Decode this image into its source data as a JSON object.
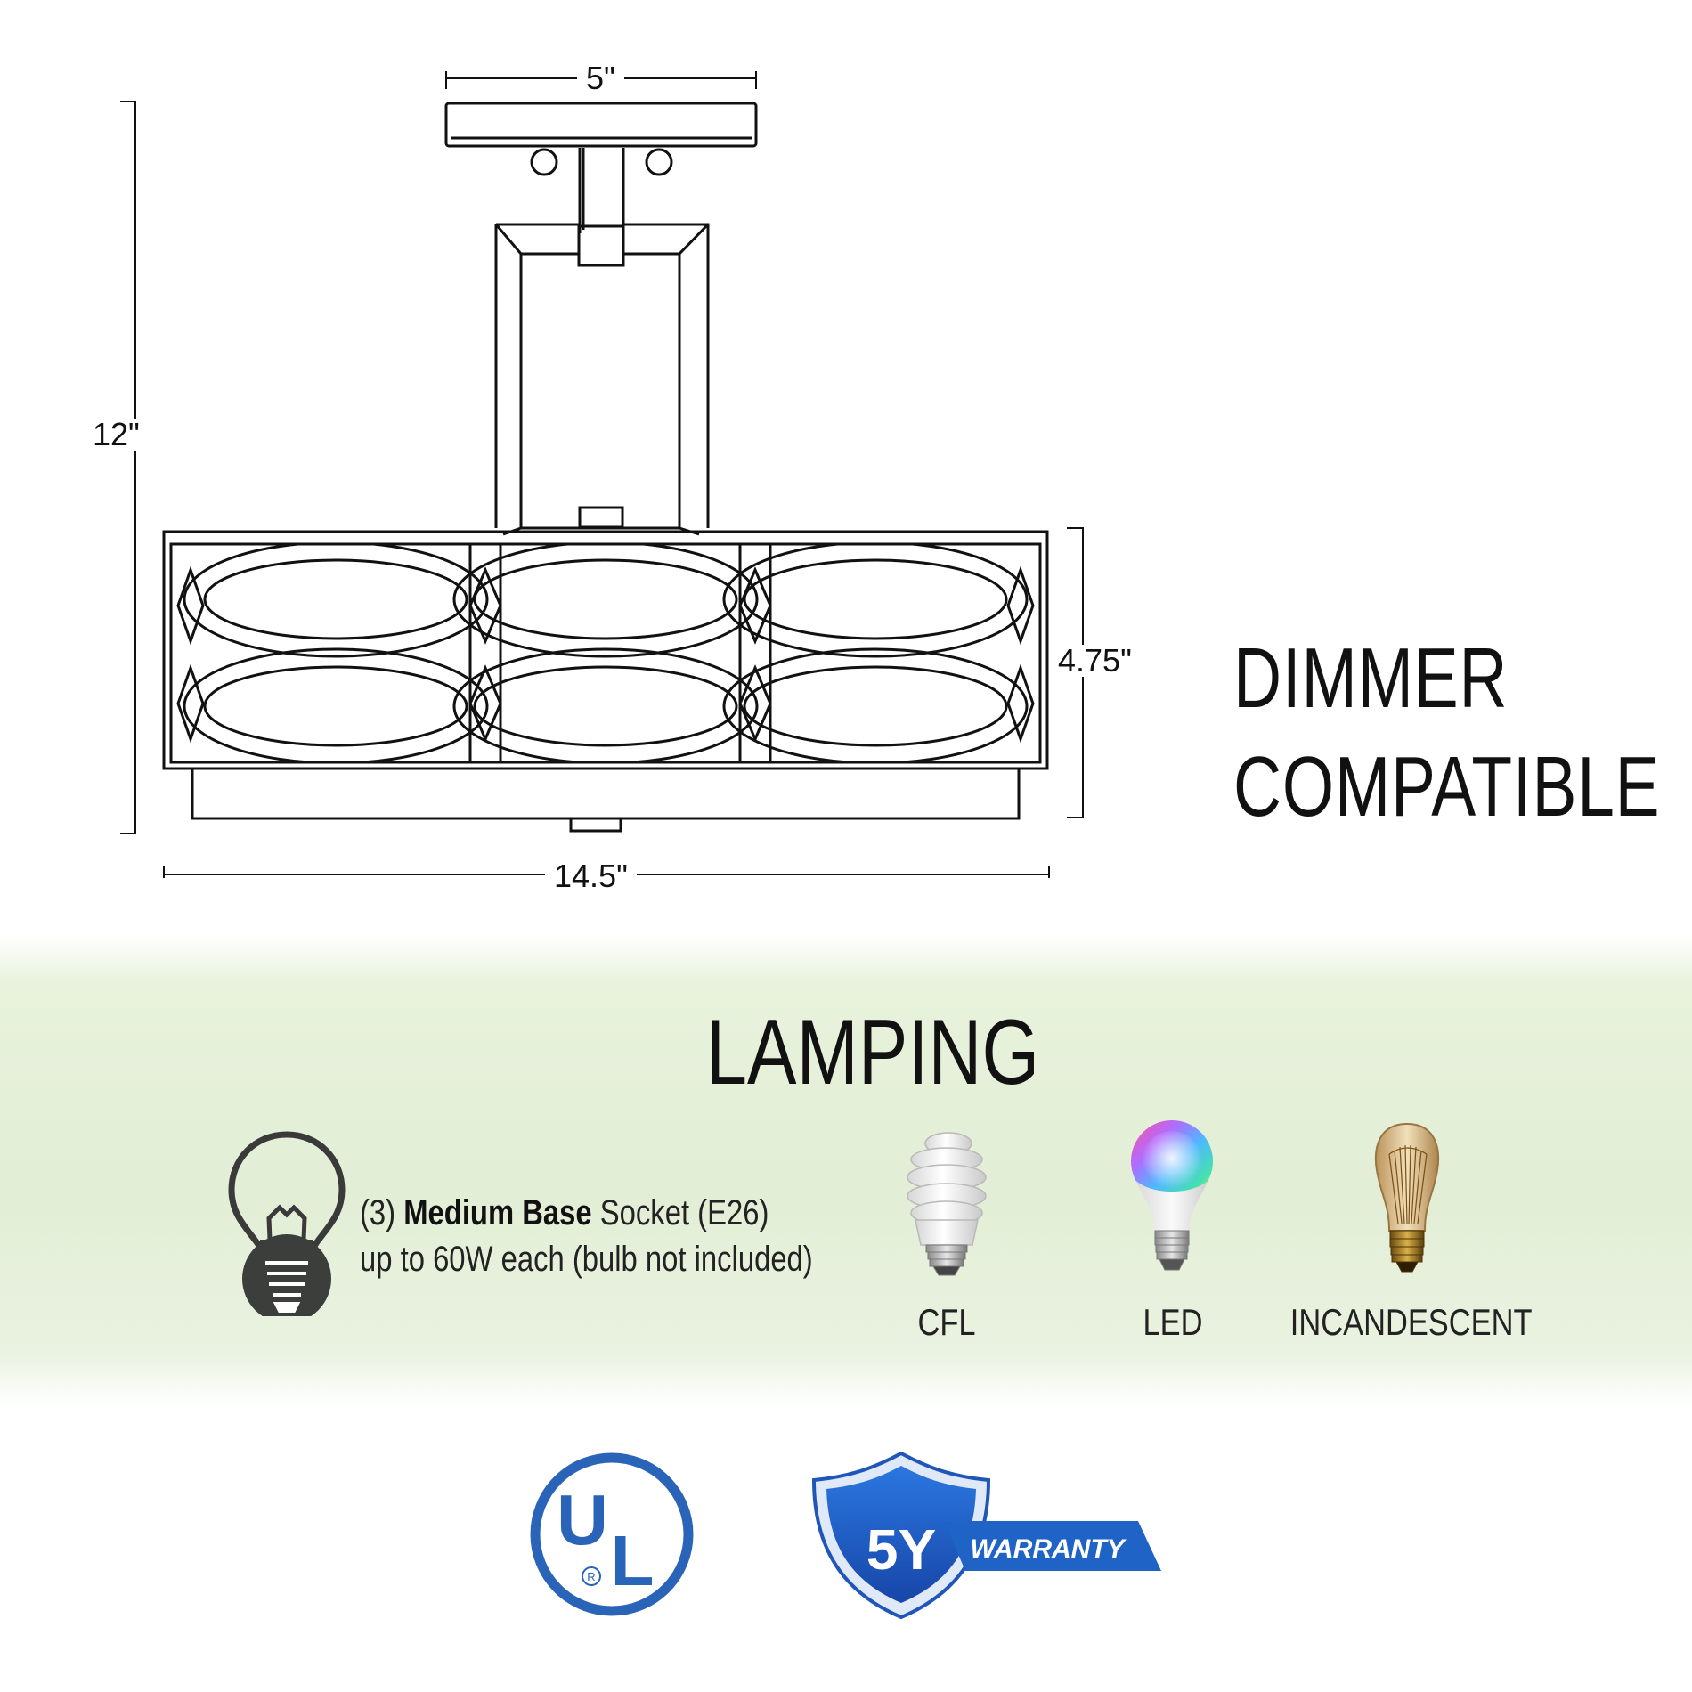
{
  "dimensions": {
    "canopy_width": "5\"",
    "overall_height": "12\"",
    "shade_height": "4.75\"",
    "shade_width": "14.5\""
  },
  "feature": {
    "line1": "DIMMER",
    "line2": "COMPATIBLE"
  },
  "lamping": {
    "title": "LAMPING",
    "socket_count": "(3)",
    "socket_base": "Medium Base",
    "socket_type": "Socket (E26)",
    "wattage_note": "up to 60W each (bulb not included)",
    "bulb_types": [
      {
        "label": "CFL",
        "icon": "cfl-bulb-icon"
      },
      {
        "label": "LED",
        "icon": "led-bulb-icon"
      },
      {
        "label": "INCANDESCENT",
        "icon": "incandescent-bulb-icon"
      }
    ]
  },
  "certifications": {
    "ul_mark": "UL",
    "warranty_years": "5Y",
    "warranty_label": "WARRANTY"
  },
  "colors": {
    "ul_blue": "#2a64b8",
    "warranty_blue": "#1f63c6",
    "band_green": "#e3eed6"
  }
}
